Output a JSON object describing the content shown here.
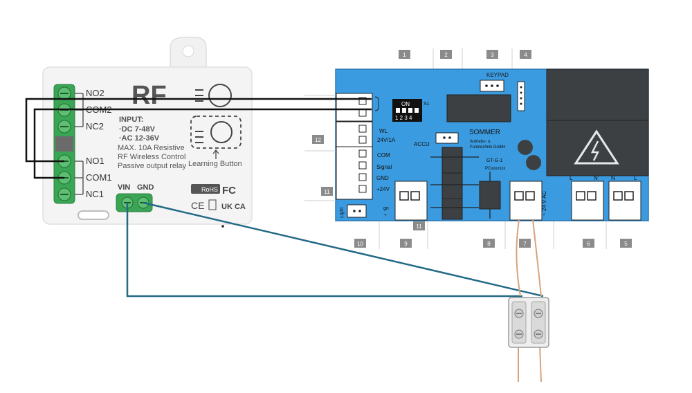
{
  "rf_module": {
    "title": "RF",
    "terminals": [
      "NO2",
      "COM2",
      "NC2",
      "NO1",
      "COM1",
      "NC1"
    ],
    "specs": [
      "INPUT:",
      "·DC 7-48V",
      "·AC 12-36V",
      "MAX. 10A Resistive",
      "RF Wireless Control",
      "Passive output relay"
    ],
    "learning_button_label": "Learning Button",
    "power_labels": [
      "VIN",
      "GND"
    ],
    "cert_marks": [
      "RoHS",
      "FC",
      "CE",
      "UK CA"
    ]
  },
  "control_board": {
    "top_numbers": [
      "1",
      "2",
      "3",
      "4"
    ],
    "bottom_numbers": [
      "10",
      "9",
      "8",
      "7",
      "6",
      "5"
    ],
    "left_numbers": [
      "12",
      "11"
    ],
    "mid_number": "11",
    "keypad_label": "KEYPAD",
    "dip_on_label": "ON",
    "dip_numbers": "1 2 3 4",
    "s1_label": "S1",
    "wl_label": "WL",
    "output_rating": "24V/1A",
    "accu_label": "ACCU",
    "brand": "SOMMER",
    "brand_sub1": "Antriebs- u.",
    "brand_sub2": "Funktechnik GmbH",
    "model": "GT-G-1",
    "pc_code": "PCxxxxxxx",
    "com_label": "COM",
    "signal_label": "Signal",
    "gnd_label": "GND",
    "plus24_label": "+24V",
    "light_label": "Light",
    "gn_label": "gn",
    "plus_label": "+",
    "vac_label": "~ 24 V AC",
    "ln_labels_1": [
      "L",
      "N'"
    ],
    "ln_labels_2": [
      "N",
      "L"
    ]
  },
  "colors": {
    "board_blue": "#3b9be0",
    "relay_dark": "#3c4043",
    "terminal_green": "#3aa655",
    "wire_black": "#111111",
    "wire_teal": "#236a86",
    "wire_copper": "#d9a27a"
  }
}
